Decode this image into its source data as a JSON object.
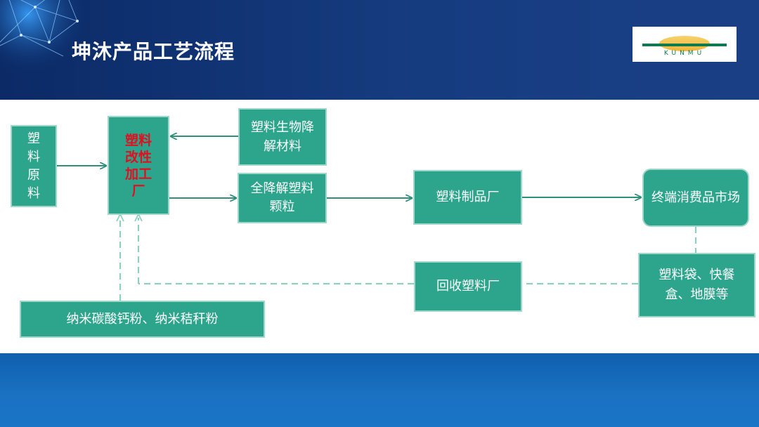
{
  "header": {
    "title": "坤沐产品工艺流程"
  },
  "logo": {
    "text": "KUNMU"
  },
  "diagram": {
    "raw_material": "塑料原料",
    "modification_plant": "塑料改性加工厂",
    "bio_material": "塑料生物降解材料",
    "degradable_granules": "全降解塑料颗粒",
    "products_plant": "塑料制品厂",
    "market": "终端消费品市场",
    "recycle_plant": "回收塑料厂",
    "end_products": "塑料袋、快餐盒、地膜等",
    "nano_powder": "纳米碳酸钙粉、纳米秸秆粉"
  },
  "colors": {
    "box_fill": "#2ca58c",
    "box_border": "#9fd7cb",
    "arrow": "#2e8f7a",
    "header_bg": "#163c80",
    "footer_bg": "#1a74c7",
    "accent_red": "#e01020"
  }
}
